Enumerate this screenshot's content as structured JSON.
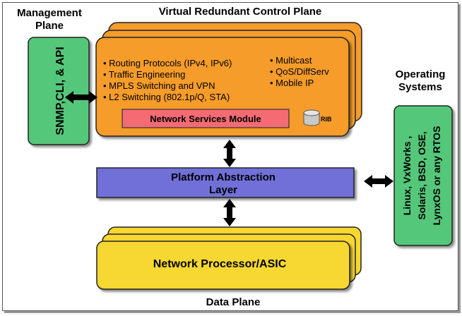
{
  "labels": {
    "management_plane": "Management Plane",
    "control_plane": "Virtual Redundant Control Plane",
    "operating_systems": "Operating Systems",
    "data_plane": "Data Plane"
  },
  "management_box": {
    "text": "SNMP,CLI, & API",
    "fill": "#55c77a"
  },
  "control_box": {
    "fill": "#f59c2a",
    "left_items": [
      "• Routing Protocols (IPv4, IPv6)",
      "• Traffic Engineering",
      "• MPLS Switching and VPN",
      "• L2 Switching (802.1p/Q, STA)"
    ],
    "right_items": [
      "• Multicast",
      "• QoS/DiffServ",
      "• Mobile IP"
    ],
    "nsm_label": "Network Services Module",
    "nsm_fill": "#f46b73",
    "rib_label": "RIB"
  },
  "platform_box": {
    "line1": "Platform Abstraction",
    "line2": "Layer",
    "fill": "#6f6fd8"
  },
  "processor_box": {
    "text": "Network Processor/ASIC",
    "fill": "#f7d730"
  },
  "os_box": {
    "lines": [
      "Linux, VxWorks ,",
      "Solaris, BSD, OSE,",
      "LynxOS or any RTOS"
    ],
    "fill": "#55c77a"
  },
  "colors": {
    "arrow": "#000000"
  }
}
